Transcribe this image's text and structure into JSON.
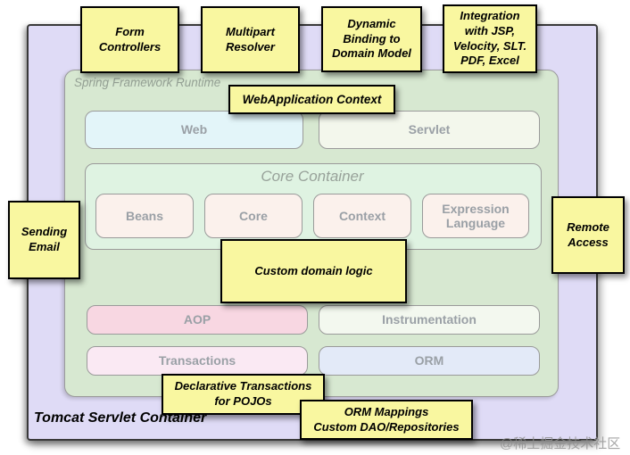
{
  "containers": {
    "tomcat_label": "Tomcat Servlet Container",
    "runtime_label": "Spring Framework Runtime",
    "core_label": "Core Container"
  },
  "blocks": {
    "web": "Web",
    "servlet": "Servlet",
    "beans": "Beans",
    "core": "Core",
    "context": "Context",
    "expression": "Expression\nLanguage",
    "aop": "AOP",
    "instrumentation": "Instrumentation",
    "transactions": "Transactions",
    "orm": "ORM"
  },
  "notes": {
    "form_controllers": "Form\nControllers",
    "multipart_resolver": "Multipart\nResolver",
    "dynamic_binding": "Dynamic\nBinding to\nDomain Model",
    "integration": "Integration\nwith JSP,\nVelocity, SLT.\nPDF, Excel",
    "webapplication_context": "WebApplication Context",
    "sending_email": "Sending\nEmail",
    "remote_access": "Remote\nAccess",
    "custom_domain_logic": "Custom domain logic",
    "declarative_transactions": "Declarative Transactions\nfor POJOs",
    "orm_mappings": "ORM Mappings\nCustom DAO/Repositories"
  },
  "watermark": "@稀土掘金技术社区",
  "colors": {
    "note_bg": "#f9f7a0",
    "outer_bg": "#dfdbf6",
    "runtime_bg": "#d7e8d1",
    "core_container_bg": "#dff3e2",
    "web_bg": "#e3f5f9",
    "servlet_bg": "#f3f7ec",
    "core_module_bg": "#fbf1ec",
    "aop_bg": "#f8d7e2",
    "instrumentation_bg": "#f3f8ef",
    "transactions_bg": "#fae9f3",
    "orm_bg": "#e3eaf8",
    "block_text": "#9aa0a6"
  }
}
